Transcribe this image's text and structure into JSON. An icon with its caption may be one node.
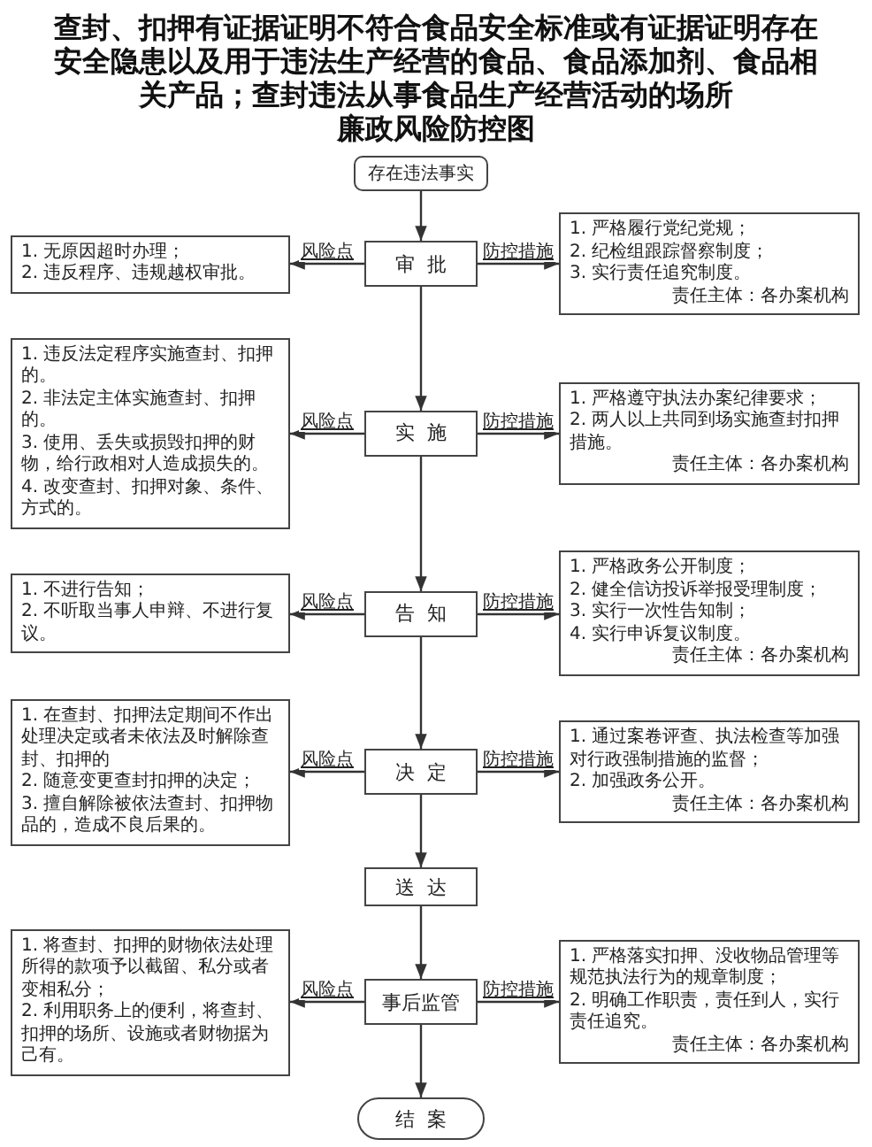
{
  "diagram": {
    "title": "查封、扣押有证据证明不符合食品安全标准或有证据证明存在安全隐患以及用于违法生产经营的食品、食品添加剂、食品相关产品；查封违法从事食品生产经营活动的场所",
    "nodes": [
      {
        "text": [
          "存在违法事实"
        ]
      },
      {
        "text": [
          "1. 无原因超时办理；",
          "2. 违反程序、违规越权审批。"
        ]
      },
      {
        "text": [
          "审批"
        ]
      },
      {
        "text": [
          "1. 严格履行党纪党规；",
          "2. 纪检组跟踪督察制度；",
          "3. 实行责任追究制度。",
          "责任主体：各办案机构"
        ]
      },
      {
        "text": [
          "1. 违反法定程序实施查封、扣押的。",
          "2. 非法定主体实施查封、扣押的。",
          "3. 使用、丢失或损毁扣押的财物，给行政相对人造成损失的。",
          "4. 改变查封、扣押对象、条件、方式的。"
        ]
      },
      {
        "text": [
          "实施"
        ]
      },
      {
        "text": [
          "1. 严格遵守执法办案纪律要求；",
          "2. 两人以上共同到场实施查封扣押措施。",
          "责任主体：各办案机构"
        ]
      },
      {
        "text": [
          "1. 不进行告知；",
          "2. 不听取当事人申辩、不进行复议。"
        ]
      },
      {
        "text": [
          "告知"
        ]
      },
      {
        "text": [
          "1. 严格政务公开制度；",
          "2. 健全信访投诉举报受理制度；",
          "3. 实行一次性告知制；",
          "4. 实行申诉复议制度。",
          "责任主体：各办案机构"
        ]
      },
      {
        "text": [
          "1. 在查封、扣押法定期间不作出处理决定或者未依法及时解除查封、扣押的",
          "2. 随意变更查封扣押的决定；",
          "3. 擅自解除被依法查封、扣押物品的，造成不良后果的。"
        ]
      },
      {
        "text": [
          "决定"
        ]
      },
      {
        "text": [
          "1. 通过案卷评查、执法检查等加强对行政强制措施的监督；",
          "2. 加强政务公开。",
          "责任主体：各办案机构"
        ]
      },
      {
        "text": [
          "送达"
        ]
      },
      {
        "text": [
          "1. 将查封、扣押的财物依法处理所得的款项予以截留、私分或者变相私分；",
          "2. 利用职务上的便利，将查封、扣押的场所、设施或者财物据为己有。"
        ]
      },
      {
        "text": [
          "事后监管"
        ]
      },
      {
        "text": [
          "1. 严格落实扣押、没收物品管理等规范执法行为的规章制度；",
          "2. 明确工作职责，责任到人，实行责任追究。",
          "责任主体：各办案机构"
        ]
      },
      {
        "text": [
          "结案"
        ]
      }
    ],
    "edges": [
      {
        "from": 0,
        "to": 2,
        "arrow": "to"
      },
      {
        "from": 2,
        "to": 1,
        "arrow": "to",
        "label": "风险点"
      },
      {
        "from": 2,
        "to": 3,
        "arrow": "to",
        "label": "防控措施"
      },
      {
        "from": 2,
        "to": 5,
        "arrow": "to"
      },
      {
        "from": 5,
        "to": 4,
        "arrow": "to",
        "label": "风险点"
      },
      {
        "from": 5,
        "to": 6,
        "arrow": "to",
        "label": "防控措施"
      },
      {
        "from": 5,
        "to": 8,
        "arrow": "to"
      },
      {
        "from": 8,
        "to": 7,
        "arrow": "to",
        "label": "风险点"
      },
      {
        "from": 8,
        "to": 9,
        "arrow": "to",
        "label": "防控措施"
      },
      {
        "from": 8,
        "to": 11,
        "arrow": "to"
      },
      {
        "from": 11,
        "to": 10,
        "arrow": "to",
        "label": "风险点"
      },
      {
        "from": 11,
        "to": 12,
        "arrow": "to",
        "label": "防控措施"
      },
      {
        "from": 11,
        "to": 13,
        "arrow": "to"
      },
      {
        "from": 13,
        "to": 15,
        "arrow": "to"
      },
      {
        "from": 15,
        "to": 14,
        "arrow": "to",
        "label": "风险点"
      },
      {
        "from": 15,
        "to": 16,
        "arrow": "to",
        "label": "防控措施"
      },
      {
        "from": 15,
        "to": 17,
        "arrow": "to"
      }
    ],
    "labels": [
      "廉政风险防控图"
    ]
  }
}
